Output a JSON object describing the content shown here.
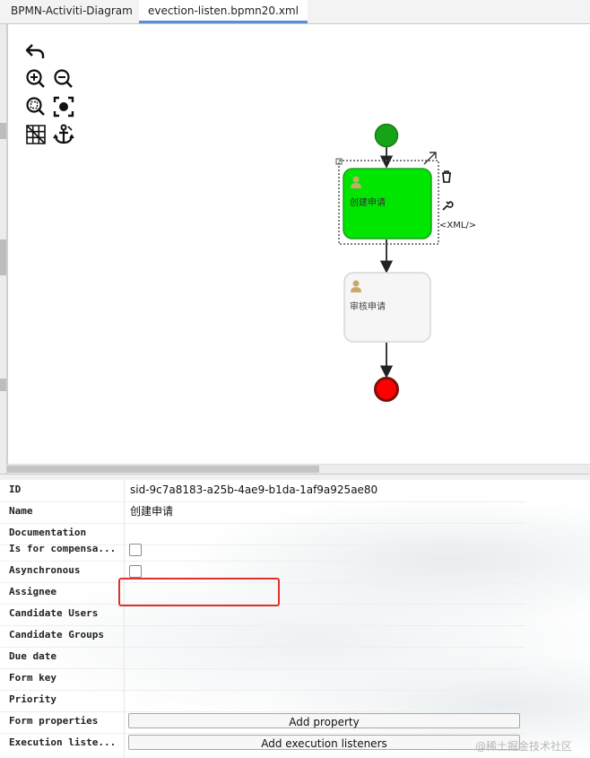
{
  "tabs": [
    {
      "label": "BPMN-Activiti-Diagram",
      "active": false
    },
    {
      "label": "evection-listen.bpmn20.xml",
      "active": true
    }
  ],
  "toolbar": {
    "undo": "undo-icon",
    "zoom_in": "zoom-in-icon",
    "zoom_out": "zoom-out-icon",
    "zoom_fit": "zoom-fit-icon",
    "zoom_actual": "zoom-actual-icon",
    "grid": "grid-icon",
    "anchor": "anchor-icon"
  },
  "diagram": {
    "tasks": [
      {
        "label": "创建申请",
        "fill": "#00e600",
        "selected": true
      },
      {
        "label": "审核申请",
        "fill": "#f6f6f6",
        "selected": false
      }
    ],
    "start_color": "#17a317",
    "end_color": "#ff0000",
    "xml_label": "<XML/>"
  },
  "properties": {
    "rows": [
      {
        "label": "ID",
        "value": "sid-9c7a8183-a25b-4ae9-b1da-1af9a925ae80",
        "kind": "text"
      },
      {
        "label": "Name",
        "value": "创建申请",
        "kind": "text"
      },
      {
        "label": "Documentation",
        "value": "",
        "kind": "text"
      },
      {
        "label": "Is for compensa...",
        "value": "",
        "kind": "checkbox"
      },
      {
        "label": "Asynchronous",
        "value": "",
        "kind": "checkbox"
      },
      {
        "label": "Assignee",
        "value": "",
        "kind": "text"
      },
      {
        "label": "Candidate Users",
        "value": "",
        "kind": "text"
      },
      {
        "label": "Candidate Groups",
        "value": "",
        "kind": "text"
      },
      {
        "label": "Due date",
        "value": "",
        "kind": "text"
      },
      {
        "label": "Form key",
        "value": "",
        "kind": "text"
      },
      {
        "label": "Priority",
        "value": "",
        "kind": "text"
      },
      {
        "label": "Form properties",
        "value": "Add property",
        "kind": "button"
      },
      {
        "label": "Execution liste...",
        "value": "Add execution listeners",
        "kind": "button"
      }
    ],
    "highlight_color": "#e0312a"
  },
  "watermark": "@稀土掘金技术社区"
}
